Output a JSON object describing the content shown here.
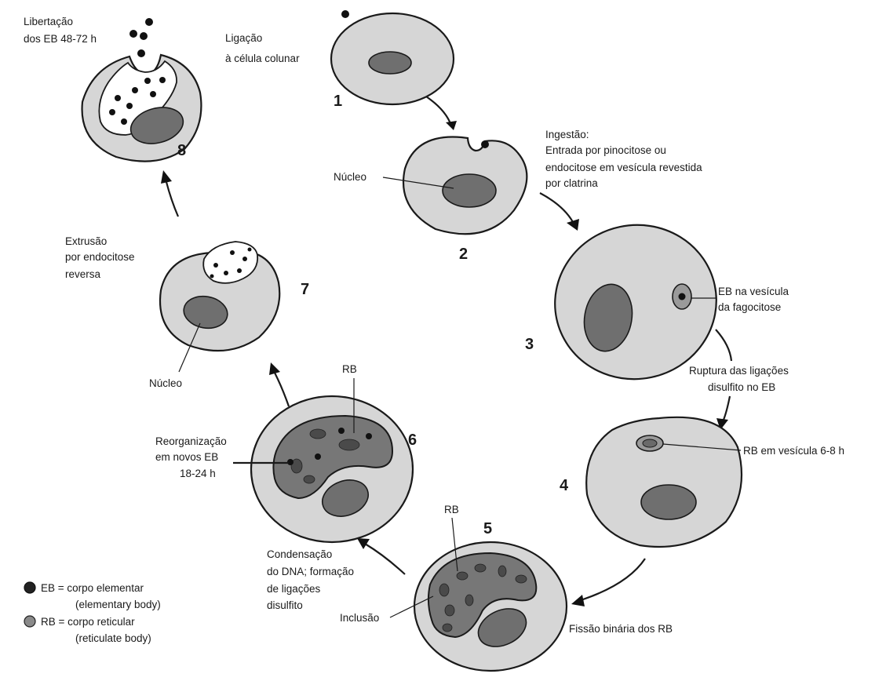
{
  "stages": {
    "s1": {
      "number": "1",
      "label": [
        "Ligação",
        "à célula colunar"
      ]
    },
    "s2": {
      "number": "2",
      "label": [
        "Ingestão:",
        "Entrada por pinocitose ou",
        "endocitose em vesícula revestida",
        "por clatrina"
      ],
      "nucleus_label": "Núcleo"
    },
    "s3": {
      "number": "3",
      "label": [
        "EB na vesícula",
        "da fagocitose"
      ]
    },
    "s4": {
      "number": "4",
      "label": [
        "RB em vesícula 6-8 h"
      ],
      "transition": [
        "Ruptura das ligações",
        "disulfito no EB"
      ]
    },
    "s5": {
      "number": "5",
      "rb_label": "RB",
      "inclusion_label": "Inclusão",
      "transition": [
        "Fissão binária dos RB"
      ]
    },
    "s6": {
      "number": "6",
      "rb_label": "RB",
      "label": [
        "Reorganização",
        "em novos EB",
        "18-24 h"
      ],
      "transition": [
        "Condensação",
        "do DNA; formação",
        "de ligações",
        "disulfito"
      ]
    },
    "s7": {
      "number": "7",
      "label": [
        "Extrusão",
        "por endocitose",
        "reversa"
      ],
      "nucleus_label": "Núcleo"
    },
    "s8": {
      "number": "8",
      "label": [
        "Libertação",
        "dos EB 48-72 h"
      ]
    }
  },
  "legend": {
    "eb": [
      "EB = corpo elementar",
      "(elementary body)"
    ],
    "rb": [
      "RB = corpo reticular",
      "(reticulate body)"
    ]
  },
  "colors": {
    "cell": "#d6d6d6",
    "nucleus": "#6f6f6f",
    "eb": "#111111",
    "rb": "#8a8a8a"
  }
}
